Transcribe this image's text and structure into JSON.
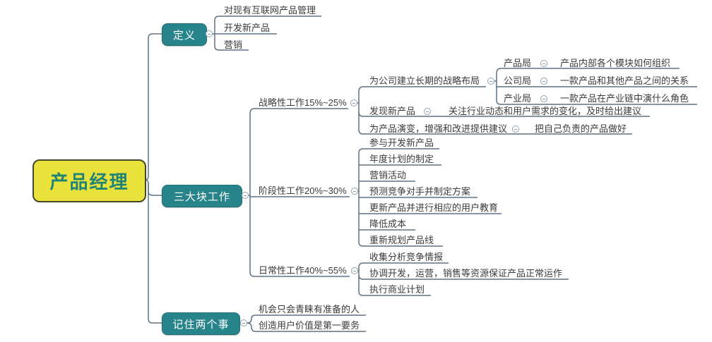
{
  "colors": {
    "root_fill": "#e9e23b",
    "root_border": "#47472e",
    "root_text": "#1f8376",
    "branch_box_fill": "#27848a",
    "branch_box_text": "#ffffff",
    "connector_line": "#5f7282",
    "topic_text": "#3b3b3b",
    "background": "#ffffff"
  },
  "tree": {
    "root": {
      "label": "产品经理"
    },
    "branches": [
      {
        "label": "定义",
        "children": [
          {
            "label": "对现有互联网产品管理"
          },
          {
            "label": "开发新产品"
          },
          {
            "label": "营销"
          }
        ]
      },
      {
        "label": "三大块工作",
        "children": [
          {
            "label": "战略性工作15%~25%",
            "children": [
              {
                "label": "为公司建立长期的战略布局",
                "children": [
                  {
                    "label": "产品局",
                    "children": [
                      {
                        "label": "产品内部各个模块如何组织"
                      }
                    ]
                  },
                  {
                    "label": "公司局",
                    "children": [
                      {
                        "label": "一款产品和其他产品之间的关系"
                      }
                    ]
                  },
                  {
                    "label": "产业局",
                    "children": [
                      {
                        "label": "一款产品在产业链中演什么角色"
                      }
                    ]
                  }
                ]
              },
              {
                "label": "发现新产品",
                "children": [
                  {
                    "label": "关注行业动态和用户需求的变化，及时给出建议"
                  }
                ]
              },
              {
                "label": "为产品演变，增强和改进提供建议",
                "children": [
                  {
                    "label": "把自己负责的产品做好"
                  }
                ]
              }
            ]
          },
          {
            "label": "阶段性工作20%~30%",
            "children": [
              {
                "label": "参与开发新产品"
              },
              {
                "label": "年度计划的制定"
              },
              {
                "label": "营销活动"
              },
              {
                "label": "预测竞争对手并制定方案"
              },
              {
                "label": "更新产品并进行相应的用户教育"
              },
              {
                "label": "降低成本"
              },
              {
                "label": "重新规划产品线"
              }
            ]
          },
          {
            "label": "日常性工作40%~55%",
            "children": [
              {
                "label": "收集分析竞争情报"
              },
              {
                "label": "协调开发，运营，销售等资源保证产品正常运作"
              },
              {
                "label": "执行商业计划"
              }
            ]
          }
        ]
      },
      {
        "label": "记住两个事",
        "children": [
          {
            "label": "机会只会青睐有准备的人"
          },
          {
            "label": "创造用户价值是第一要务"
          }
        ]
      }
    ]
  }
}
